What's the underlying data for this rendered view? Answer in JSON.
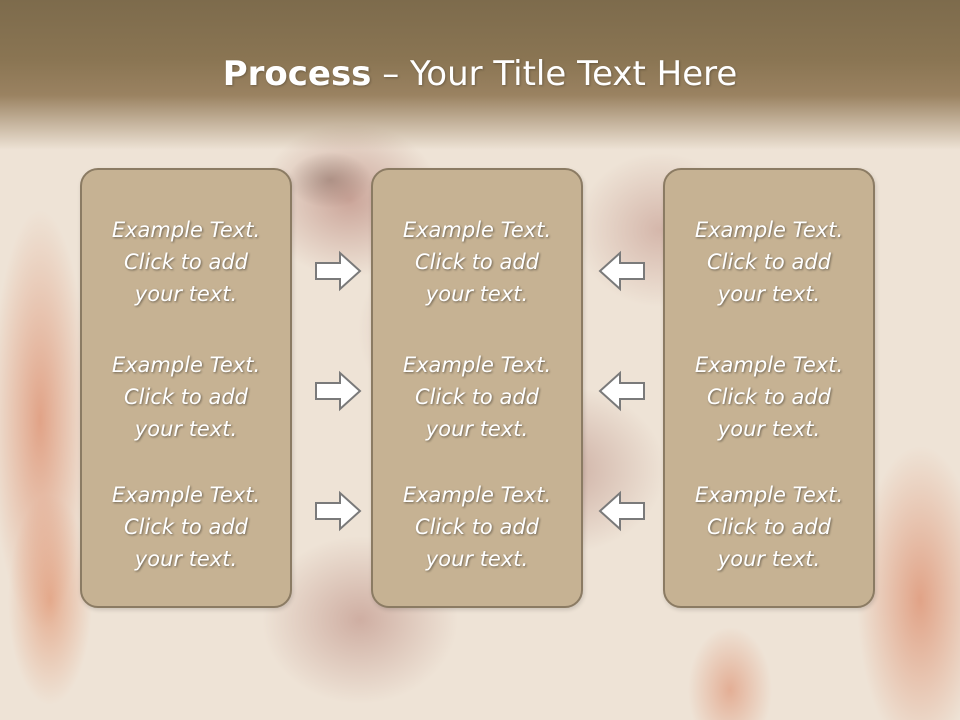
{
  "title": {
    "bold": "Process",
    "rest": " – Your Title Text Here"
  },
  "columns": [
    {
      "items": [
        {
          "text": "Example Text.\nClick  to add\nyour text."
        },
        {
          "text": "Example Text.\nClick  to add\nyour text."
        },
        {
          "text": "Example Text.\nClick  to add\nyour text."
        }
      ]
    },
    {
      "items": [
        {
          "text": "Example Text.\nClick  to add\nyour text."
        },
        {
          "text": "Example Text.\nClick  to add\nyour text."
        },
        {
          "text": "Example Text.\nClick  to add\nyour text."
        }
      ]
    },
    {
      "items": [
        {
          "text": "Example Text.\nClick  to add\nyour text."
        },
        {
          "text": "Example Text.\nClick  to add\nyour text."
        },
        {
          "text": "Example Text.\nClick  to add\nyour text."
        }
      ]
    }
  ],
  "arrows": {
    "left_group": "right-arrow-icon",
    "right_group": "left-arrow-icon"
  },
  "colors": {
    "title_band": "#8a7553",
    "panel_fill": "#c6b293",
    "panel_border": "#8b7b63",
    "arrow_fill": "#ffffff",
    "arrow_stroke": "#7a7a7a"
  }
}
